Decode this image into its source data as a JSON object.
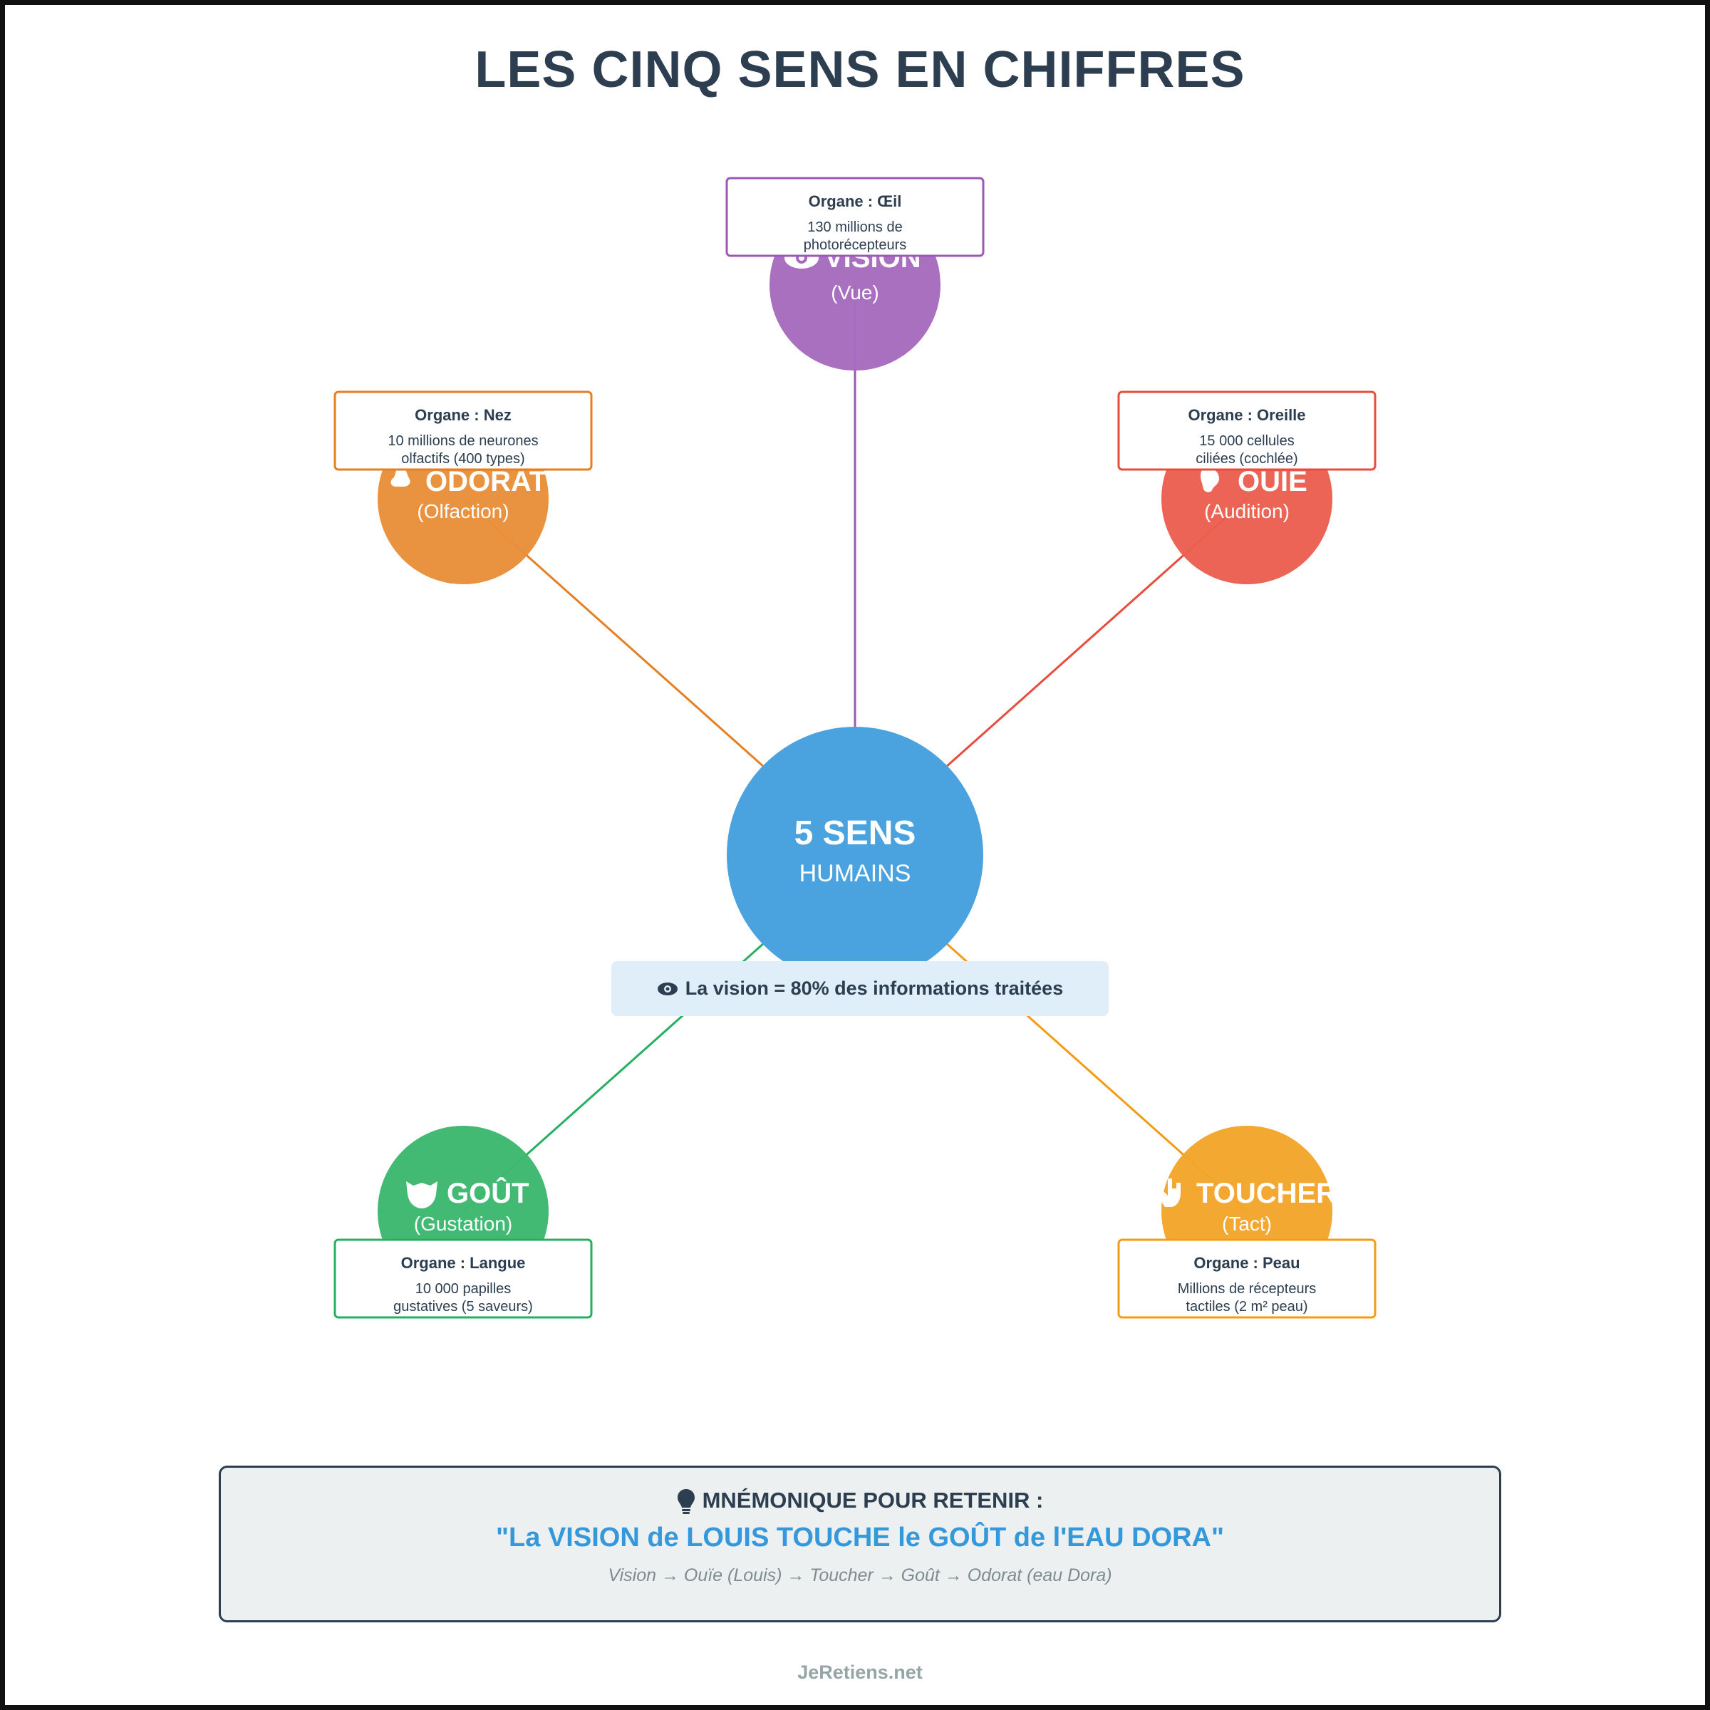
{
  "title": "LES CINQ SENS EN CHIFFRES",
  "center": {
    "title": "5 SENS",
    "subtitle": "HUMAINS",
    "color": "#4aa3df"
  },
  "senses": [
    {
      "name": "VISION",
      "sub": "(Vue)",
      "icon": "eye-icon",
      "color": "#a66bbe",
      "stroke": "#9b59b6",
      "card": {
        "title": "Organe : Œil",
        "line1": "130 millions de",
        "line2": "photorécepteurs"
      }
    },
    {
      "name": "ODORAT",
      "sub": "(Olfaction)",
      "icon": "nose-icon",
      "color": "#e88f3a",
      "stroke": "#e67e22",
      "card": {
        "title": "Organe : Nez",
        "line1": "10 millions de neurones",
        "line2": "olfactifs (400 types)"
      }
    },
    {
      "name": "OUÏE",
      "sub": "(Audition)",
      "icon": "ear-icon",
      "color": "#ea5f50",
      "stroke": "#e74c3c",
      "card": {
        "title": "Organe : Oreille",
        "line1": "15 000 cellules",
        "line2": "ciliées (cochlée)"
      }
    },
    {
      "name": "GOÛT",
      "sub": "(Gustation)",
      "icon": "tongue-icon",
      "color": "#3db870",
      "stroke": "#27ae60",
      "card": {
        "title": "Organe : Langue",
        "line1": "10 000 papilles",
        "line2": "gustatives (5 saveurs)"
      }
    },
    {
      "name": "TOUCHER",
      "sub": "(Tact)",
      "icon": "hand-icon",
      "color": "#f3a52b",
      "stroke": "#f39c12",
      "card": {
        "title": "Organe : Peau",
        "line1": "Millions de récepteurs",
        "line2": "tactiles (2 m² peau)"
      }
    }
  ],
  "fact": {
    "icon": "eye-icon",
    "text": "La vision = 80% des informations traitées"
  },
  "mnemonic": {
    "icon": "lightbulb-icon",
    "heading": "MNÉMONIQUE POUR RETENIR :",
    "phrase": "\"La VISION de LOUIS TOUCHE le GOÛT de l'EAU DORA\"",
    "order": "Vision → Ouïe (Louis) → Toucher → Goût → Odorat (eau Dora)"
  },
  "footer": "JeRetiens.net"
}
